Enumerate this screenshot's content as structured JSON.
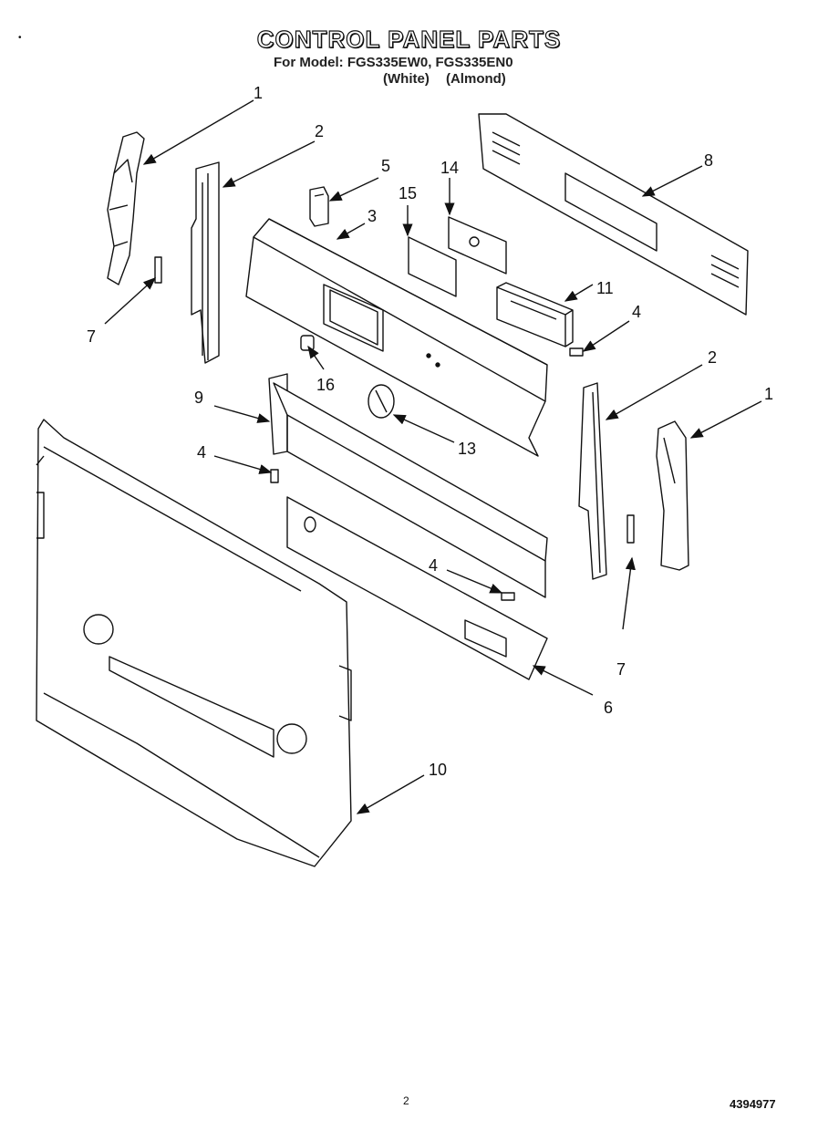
{
  "header": {
    "title": "CONTROL PANEL PARTS",
    "model_line": "For Model: FGS335EW0, FGS335EN0",
    "color_line": "(White) (Almond)"
  },
  "footer": {
    "page_number": "2",
    "doc_number": "4394977"
  },
  "callouts": {
    "c1_left": "1",
    "c2_left": "2",
    "c5": "5",
    "c14": "14",
    "c8": "8",
    "c15": "15",
    "c3": "3",
    "c7_left": "7",
    "c11": "11",
    "c4_top": "4",
    "c16": "16",
    "c2_right": "2",
    "c9": "9",
    "c1_right": "1",
    "c13": "13",
    "c4_left": "4",
    "c4_mid": "4",
    "c7_right": "7",
    "c6": "6",
    "c10": "10"
  }
}
